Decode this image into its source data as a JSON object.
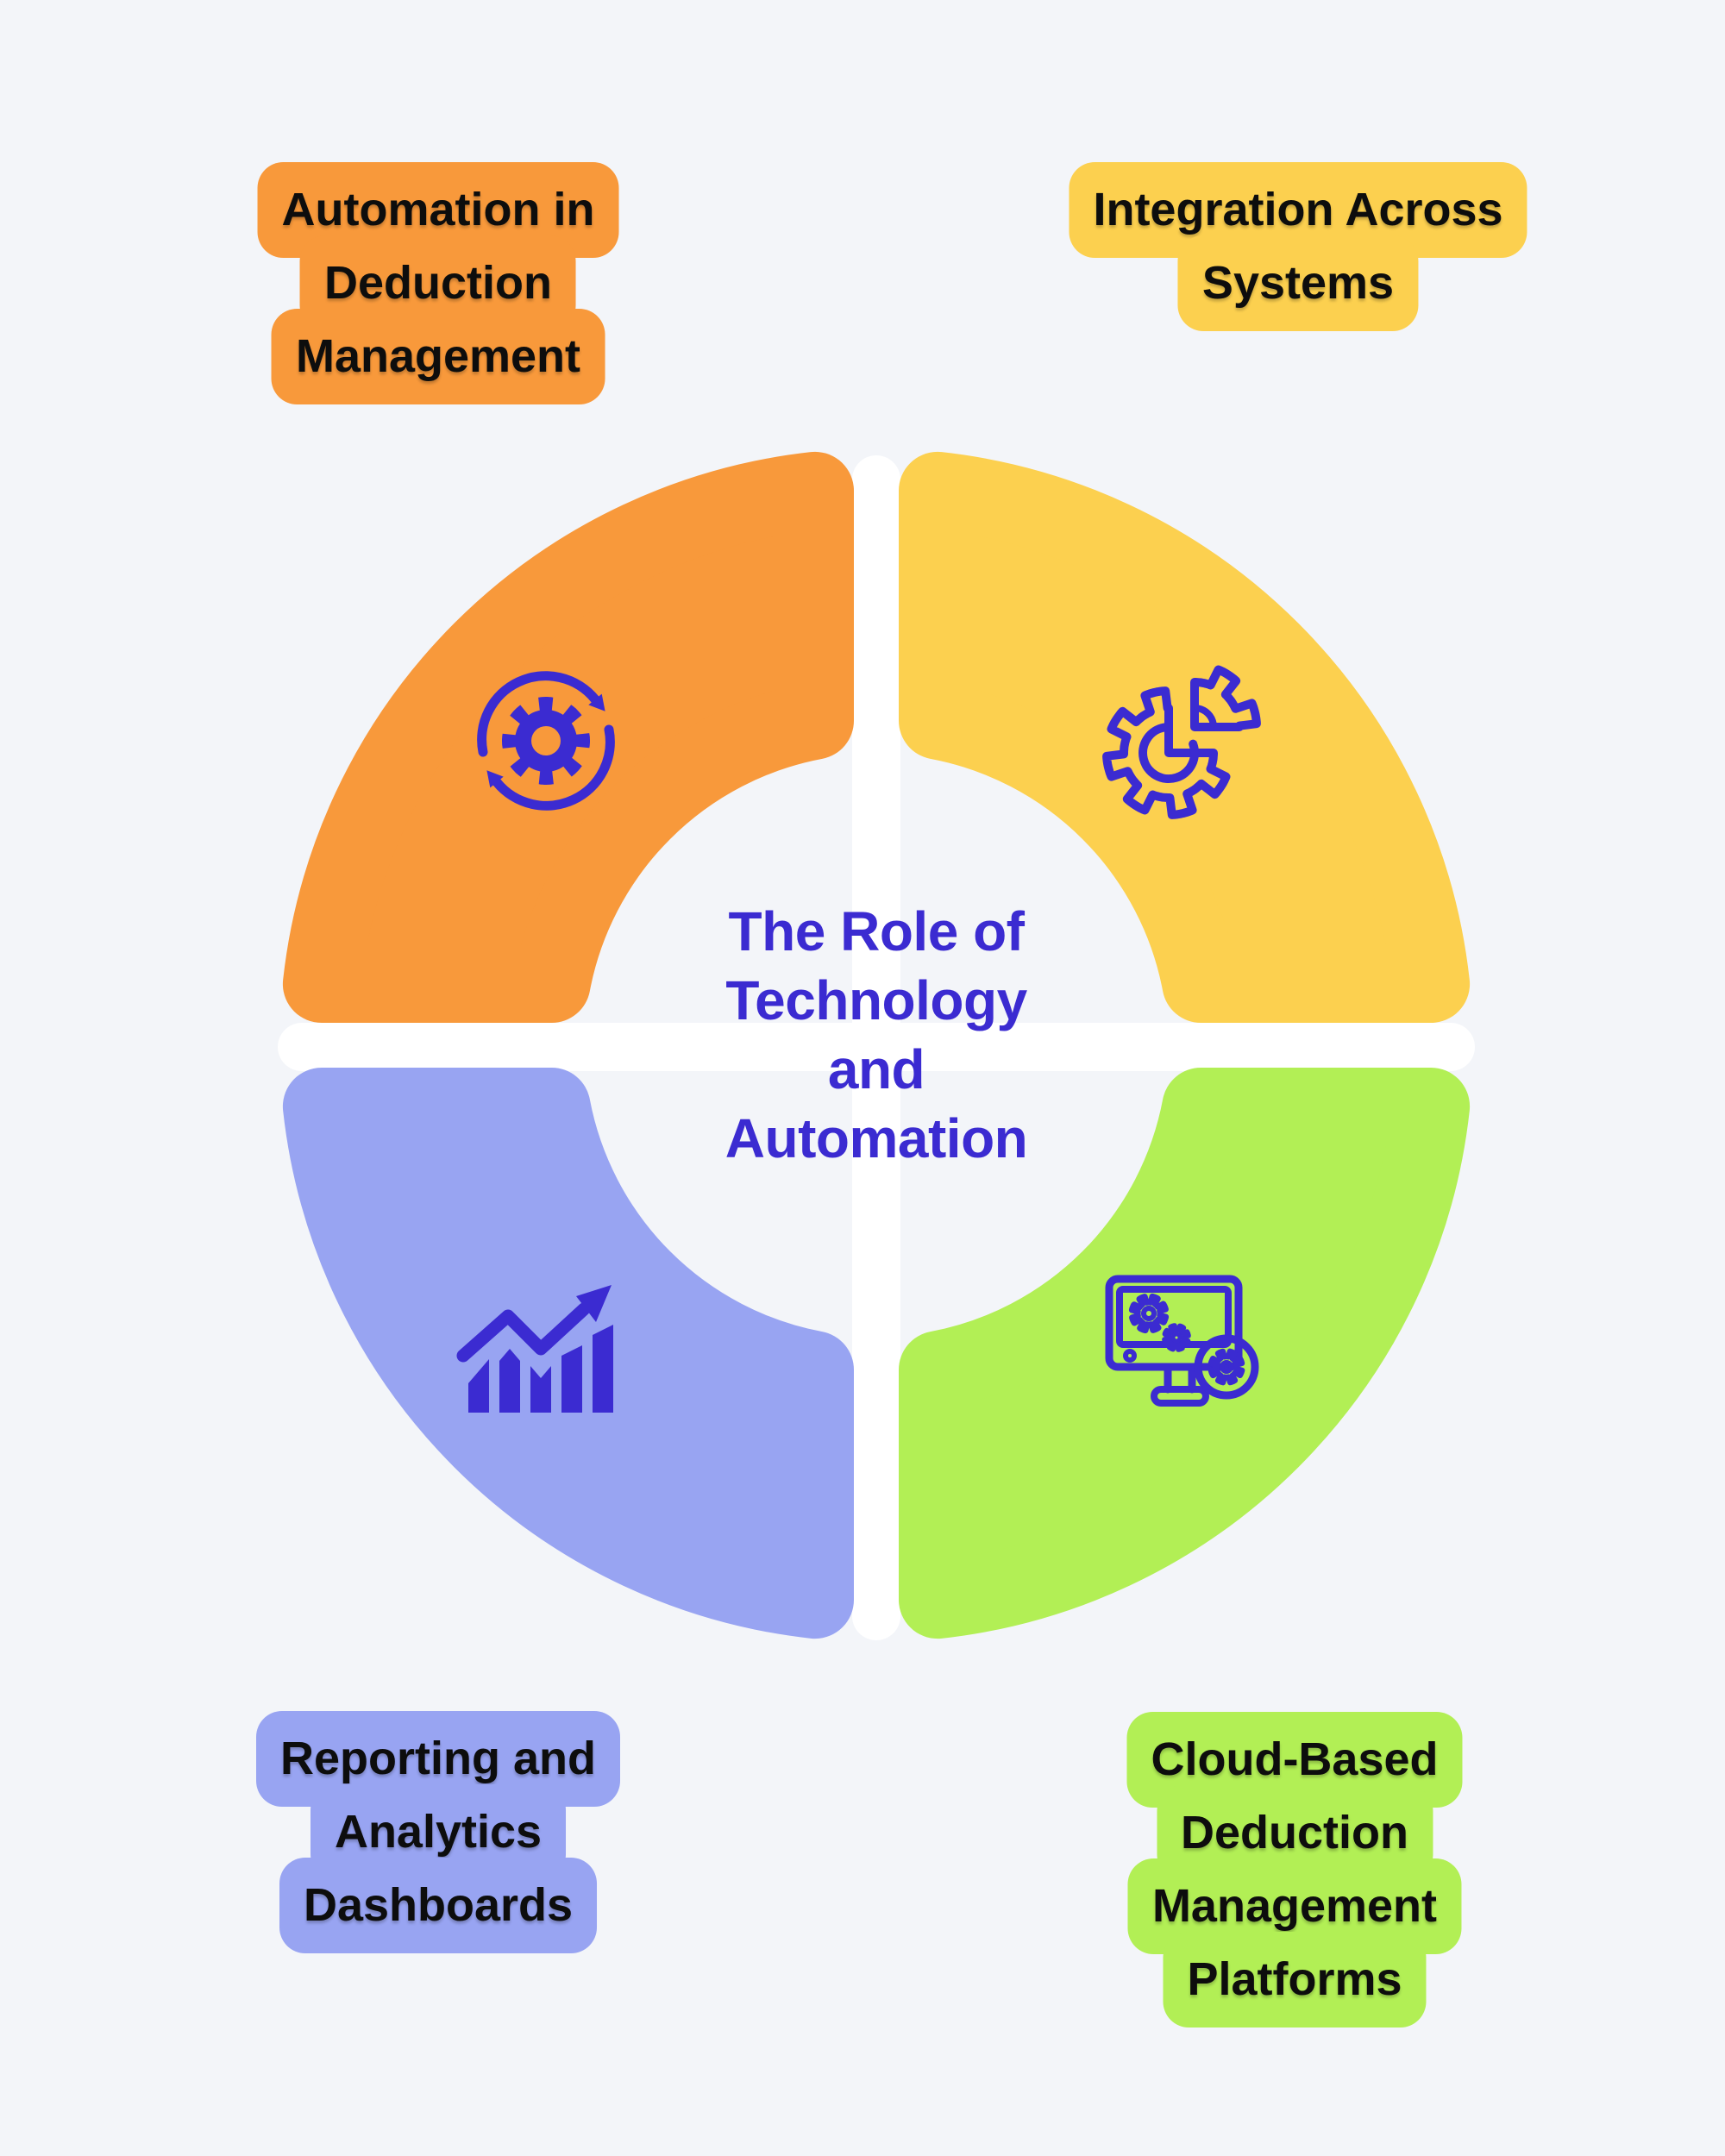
{
  "page": {
    "background": "#F3F5F9",
    "gap_band_color": "#FFFFFF",
    "accent_indigo": "#3B2BD1",
    "label_text_color": "#0D0D0D"
  },
  "center_title": {
    "lines": [
      "The Role of",
      "Technology",
      "and",
      "Automation"
    ],
    "color": "#3B2BD1"
  },
  "labels": {
    "top_left": {
      "lines": [
        "Automation in",
        "Deduction",
        "Management"
      ],
      "color": "#F8993B"
    },
    "top_right": {
      "lines": [
        "Integration Across",
        "Systems"
      ],
      "color": "#FCD04F"
    },
    "bottom_left": {
      "lines": [
        "Reporting and",
        "Analytics",
        "Dashboards"
      ],
      "color": "#98A4F2"
    },
    "bottom_right": {
      "lines": [
        "Cloud-Based",
        "Deduction",
        "Management",
        "Platforms"
      ],
      "color": "#B2EF55"
    }
  },
  "segments": {
    "top_left": {
      "name": "automation-in-deduction-management",
      "color": "#F8993B",
      "icon": "sync-gear-icon"
    },
    "top_right": {
      "name": "integration-across-systems",
      "color": "#FCD04F",
      "icon": "gear-pie-icon"
    },
    "bottom_right": {
      "name": "cloud-platforms",
      "color": "#B2EF55",
      "icon": "monitor-gears-icon"
    },
    "bottom_left": {
      "name": "reporting-analytics",
      "color": "#98A4F2",
      "icon": "growth-chart-icon"
    }
  }
}
